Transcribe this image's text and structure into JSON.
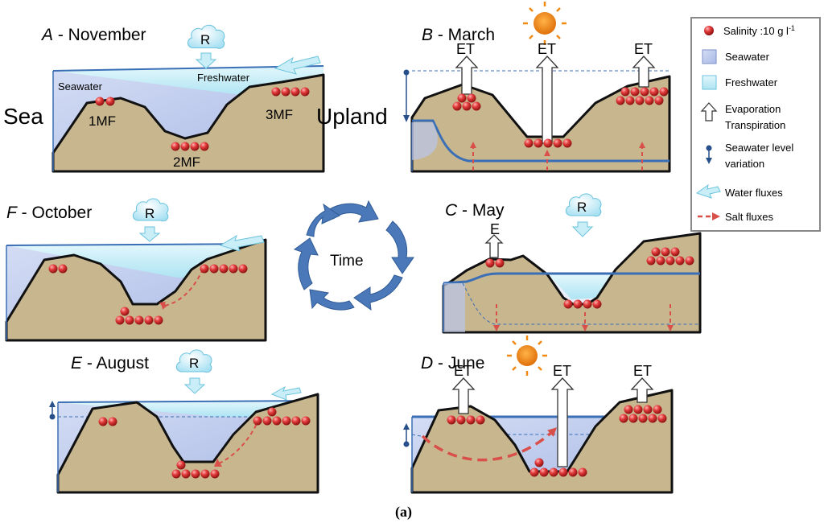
{
  "panels": {
    "A": {
      "letter": "A",
      "month": " - November"
    },
    "B": {
      "letter": "B",
      "month": " - March"
    },
    "C": {
      "letter": "C",
      "month": " - May"
    },
    "D": {
      "letter": "D",
      "month": " - June"
    },
    "E": {
      "letter": "E",
      "month": " - August"
    },
    "F": {
      "letter": "F",
      "month": " - October"
    }
  },
  "labels": {
    "sea": "Sea",
    "upland": "Upland",
    "seawater": "Seawater",
    "freshwater": "Freshwater",
    "mf1": "1MF",
    "mf2": "2MF",
    "mf3": "3MF",
    "rain": "R",
    "et": "ET",
    "e": "E",
    "time": "Time"
  },
  "legend": {
    "salinity": "Salinity :10 g l",
    "salinity_exp": "-1",
    "seawater": "Seawater",
    "freshwater": "Freshwater",
    "et_line1": "Evaporation",
    "et_line2": "Transpiration",
    "level_line1": "Seawater level",
    "level_line2": "variation",
    "water_fluxes": "Water fluxes",
    "salt_fluxes": "Salt fluxes"
  },
  "caption": "(a)",
  "colors": {
    "soil": "#c8b68f",
    "seawater": "#b9c6ea",
    "freshwater": "#c6eef7",
    "water_line": "#3a6fb5",
    "salt_flux": "#d9504a",
    "salt_ball": "#d42a2a",
    "cycle_arrow": "#4a78b8",
    "sun": "#f08a12"
  }
}
